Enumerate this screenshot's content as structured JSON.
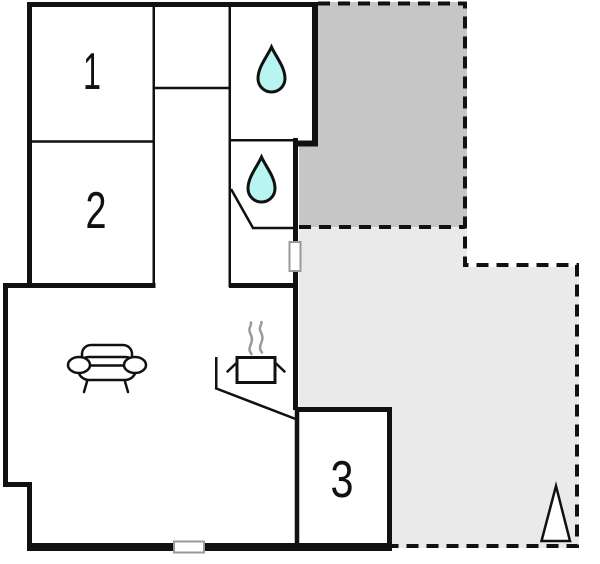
{
  "floor_plan": {
    "kind": "holiday-home-floor-plan",
    "rooms": [
      {
        "id": "bedroom-1",
        "label": "1"
      },
      {
        "id": "bedroom-2",
        "label": "2"
      },
      {
        "id": "bedroom-3",
        "label": "3"
      }
    ],
    "icons": [
      "water-drop-icon",
      "water-drop-icon",
      "sofa-icon",
      "steam-icon",
      "cooking-pot-icon",
      "tree-icon"
    ],
    "colors": {
      "wall": "#111111",
      "label": "#111111",
      "terrace_dark": "#c6c6c6",
      "terrace_light": "#eaeaea",
      "water_drop": "#b8f4f0",
      "steam": "#9a9a9a",
      "door_fill": "#ffffff",
      "door_border": "#999999",
      "background": "#ffffff"
    }
  }
}
